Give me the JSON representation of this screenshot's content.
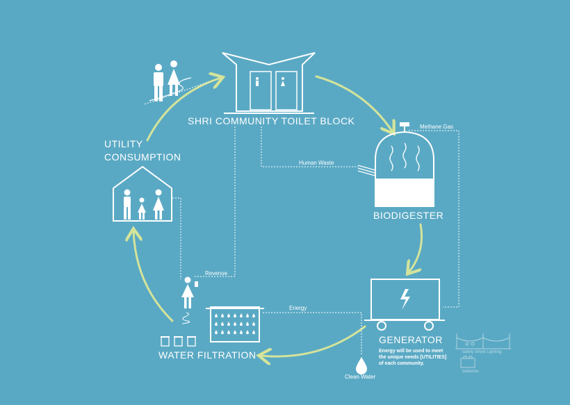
{
  "labels": {
    "toilet_block": "SHRI COMMUNITY TOILET BLOCK",
    "utility_consumption_line1": "UTILITY",
    "utility_consumption_line2": "CONSUMPTION",
    "biodigester": "BIODIGESTER",
    "generator": "GENERATOR",
    "water_filtration": "WATER FILTRATION"
  },
  "flows": {
    "methane_gas": "Methane Gas",
    "human_waste": "Human Waste",
    "revenue": "Revenue",
    "energy": "Energy",
    "clean_water": "Clean Water"
  },
  "generator_note": {
    "line1": "Energy will be used to meet",
    "line2": "the unique needs [UTILITIES]",
    "line3": "of each community."
  },
  "utilities": {
    "street_lighting": "Safety Street Lighting",
    "batteries": "Batteries"
  },
  "colors": {
    "background": "#5aa9c4",
    "cycle_arrow": "#d4e49a",
    "line": "#ffffff"
  }
}
